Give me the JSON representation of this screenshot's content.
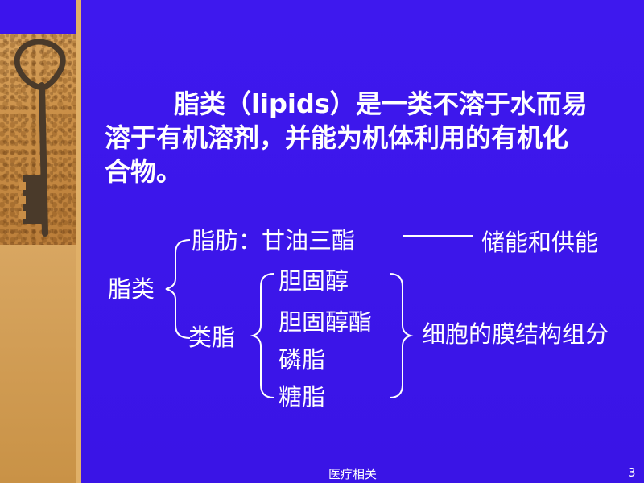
{
  "paragraph": {
    "line1": "脂类（lipids）是一类不溶于水而易",
    "line2": "溶于有机溶剂，并能为机体利用的有机化",
    "line3": "合物。"
  },
  "diagram": {
    "root": "脂类",
    "branch_fat": "脂肪：甘油三酯",
    "fat_function": "储能和供能",
    "branch_lipoid": "类脂",
    "lipoids": [
      "胆固醇",
      "胆固醇酯",
      "磷脂",
      "糖脂"
    ],
    "lipoid_function": "细胞的膜结构组分"
  },
  "footer": {
    "text": "医疗相关",
    "page_number": "3"
  },
  "colors": {
    "background": "#3c14ec",
    "text": "#ffffff",
    "photo": "#c98e46"
  },
  "left_image": "rusty-key-icon"
}
